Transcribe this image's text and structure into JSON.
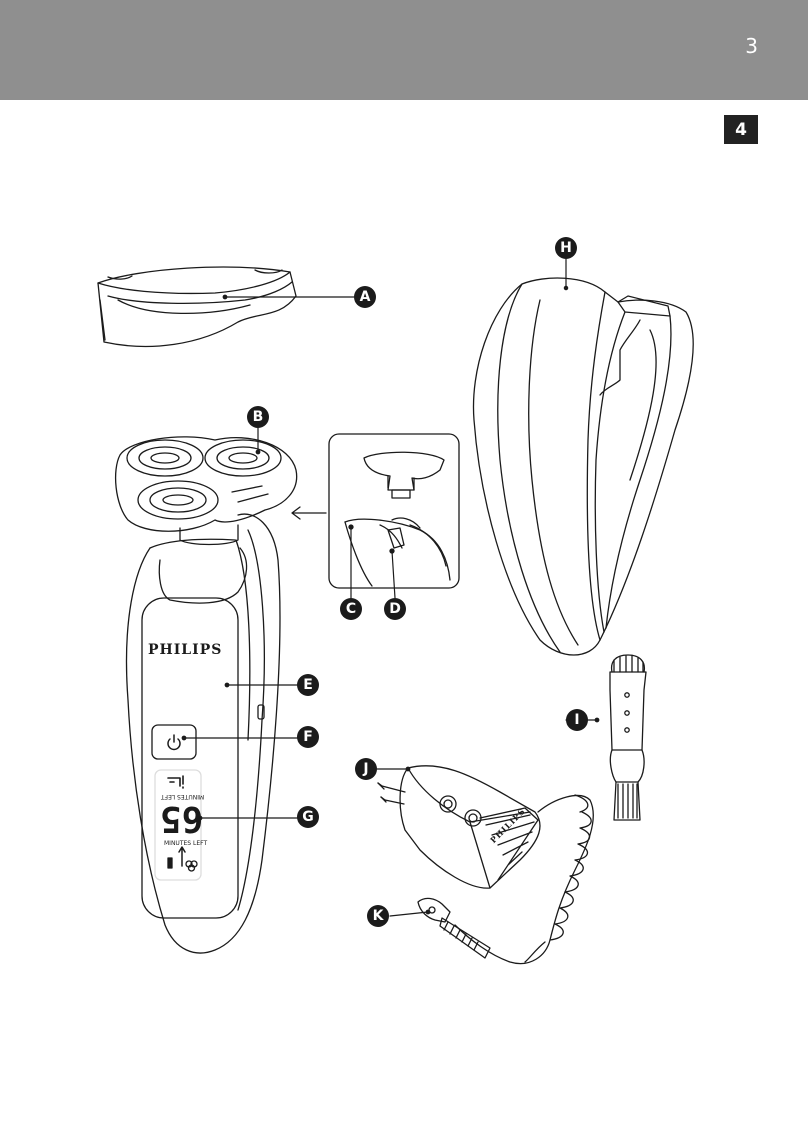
{
  "header": {
    "page_number": "3"
  },
  "figure": {
    "number": "4"
  },
  "callouts": [
    "A",
    "B",
    "C",
    "D",
    "E",
    "F",
    "G",
    "H",
    "I",
    "J",
    "K"
  ],
  "shaver": {
    "brand": "PHILIPS",
    "display_digits": "65",
    "display_caption": "MINUTES LEFT",
    "display_caption_mirrored": "MINUTES LEFT",
    "power_icon": "power-icon"
  },
  "adapter": {
    "brand": "PHILIPS"
  },
  "colors": {
    "header": "#8f8f8f",
    "ink": "#1b1b1b"
  }
}
